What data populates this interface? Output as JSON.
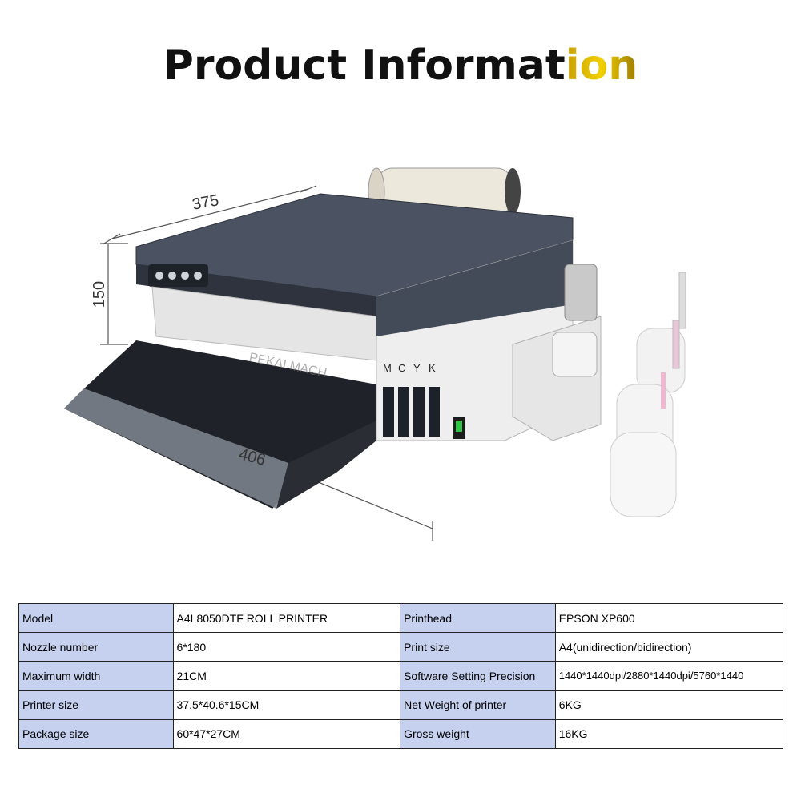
{
  "page": {
    "title_main": "Product Informat",
    "title_accent": "ion"
  },
  "photo": {
    "dimensions": {
      "width": "375",
      "height": "150",
      "depth": "406"
    },
    "ink_labels": [
      "M",
      "C",
      "Y",
      "K"
    ],
    "watermark": "PEKAI MACH"
  },
  "specs": {
    "rows": [
      {
        "label1": "Model",
        "value1": "A4L8050DTF ROLL PRINTER",
        "label2": "Printhead",
        "value2": "EPSON XP600"
      },
      {
        "label1": "Nozzle number",
        "value1": "6*180",
        "label2": "Print size",
        "value2": "A4(unidirection/bidirection)"
      },
      {
        "label1": "Maximum width",
        "value1": "21CM",
        "label2": "Software Setting Precision",
        "value2": "1440*1440dpi/2880*1440dpi/5760*1440"
      },
      {
        "label1": "Printer size",
        "value1": "37.5*40.6*15CM",
        "label2": "Net Weight of printer",
        "value2": "6KG"
      },
      {
        "label1": "Package size",
        "value1": "60*47*27CM",
        "label2": "Gross weight",
        "value2": "16KG"
      }
    ]
  },
  "colors": {
    "label_bg": "#c5d1ef",
    "printer_dark": "#3a4150",
    "printer_light": "#e8e8e8",
    "accent_gold": "#e3c200"
  }
}
